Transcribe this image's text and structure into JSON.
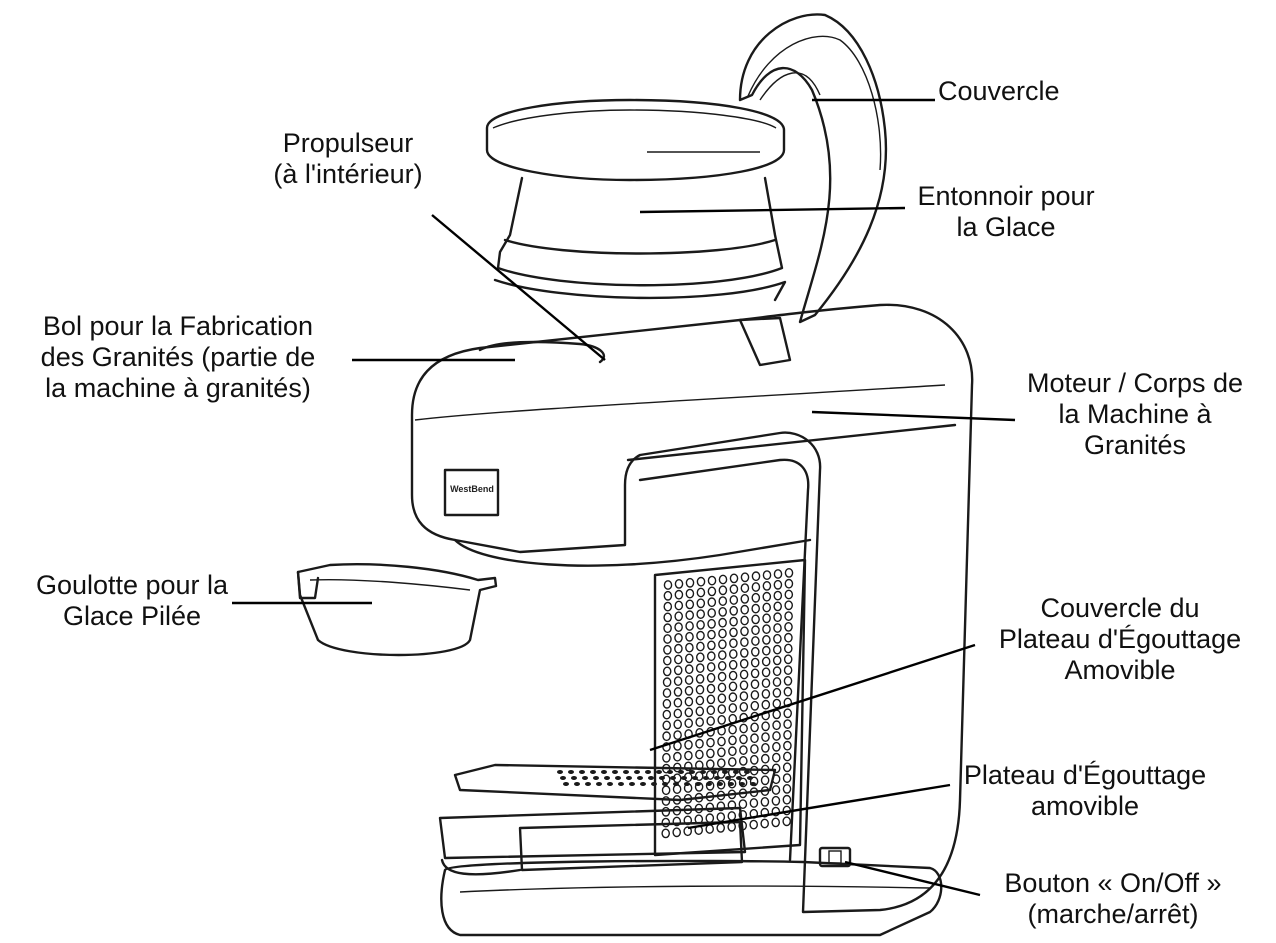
{
  "brand_badge": "WestBend",
  "labels": {
    "couvercle": [
      "Couvercle"
    ],
    "propulseur": [
      "Propulseur",
      "(à l'intérieur)"
    ],
    "entonnoir": [
      "Entonnoir pour",
      "la Glace"
    ],
    "bol": [
      "Bol pour la Fabrication",
      "des Granités (partie de",
      "la machine à granités)"
    ],
    "moteur": [
      "Moteur / Corps de",
      "la Machine à",
      "Granités"
    ],
    "goulotte": [
      "Goulotte pour la",
      "Glace Pilée"
    ],
    "couvercle_plateau": [
      "Couvercle du",
      "Plateau d'Égouttage",
      "Amovible"
    ],
    "plateau": [
      "Plateau d'Égouttage",
      "amovible"
    ],
    "bouton": [
      "Bouton « On/Off »",
      "(marche/arrêt)"
    ]
  }
}
